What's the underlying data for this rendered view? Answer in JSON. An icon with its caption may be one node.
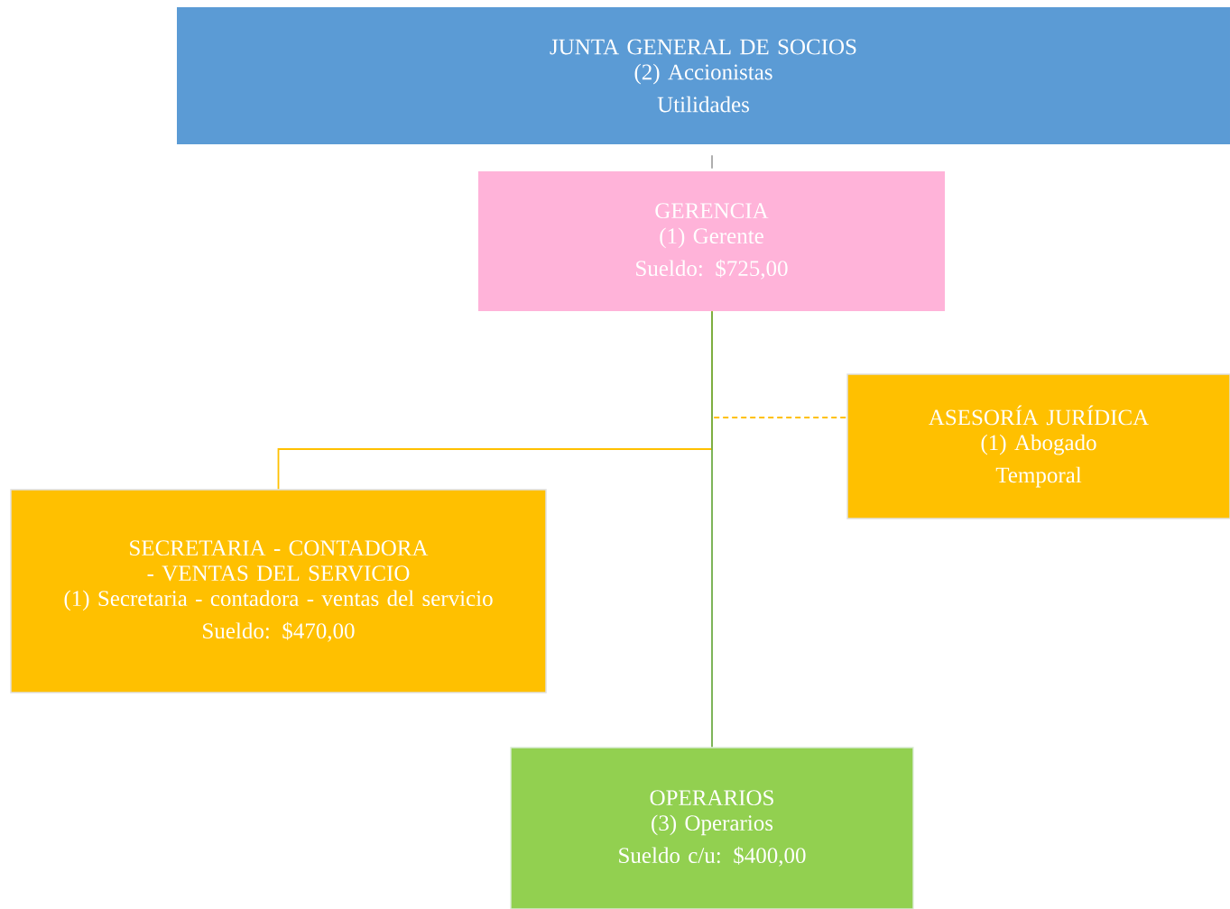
{
  "diagram": {
    "nodes": [
      {
        "text": [
          "JUNTA GENERAL DE SOCIOS",
          "(2) Accionistas",
          "Utilidades"
        ]
      },
      {
        "text": [
          "GERENCIA",
          "(1) Gerente",
          "Sueldo: $725,00"
        ]
      },
      {
        "text": [
          "SECRETARIA - CONTADORA - VENTAS DEL SERVICIO",
          "(1) Secretaria - contadora - ventas del servicio",
          "Sueldo: $470,00"
        ]
      },
      {
        "text": [
          "ASESORÍA JURÍDICA",
          "(1) Abogado",
          "Temporal"
        ]
      },
      {
        "text": [
          "OPERARIOS",
          "(3) Operarios",
          "Sueldo c/u: $400,00"
        ]
      }
    ],
    "edges": [
      {
        "from": 0,
        "to": 1,
        "arrow": "none",
        "color": "#a5a5a5"
      },
      {
        "from": 1,
        "to": 2,
        "arrow": "none",
        "color": "#ffc000"
      },
      {
        "from": 1,
        "to": 3,
        "arrow": "none",
        "style": "dashed",
        "color": "#ffc000"
      },
      {
        "from": 1,
        "to": 4,
        "arrow": "none",
        "color": "#70ad47"
      }
    ]
  }
}
